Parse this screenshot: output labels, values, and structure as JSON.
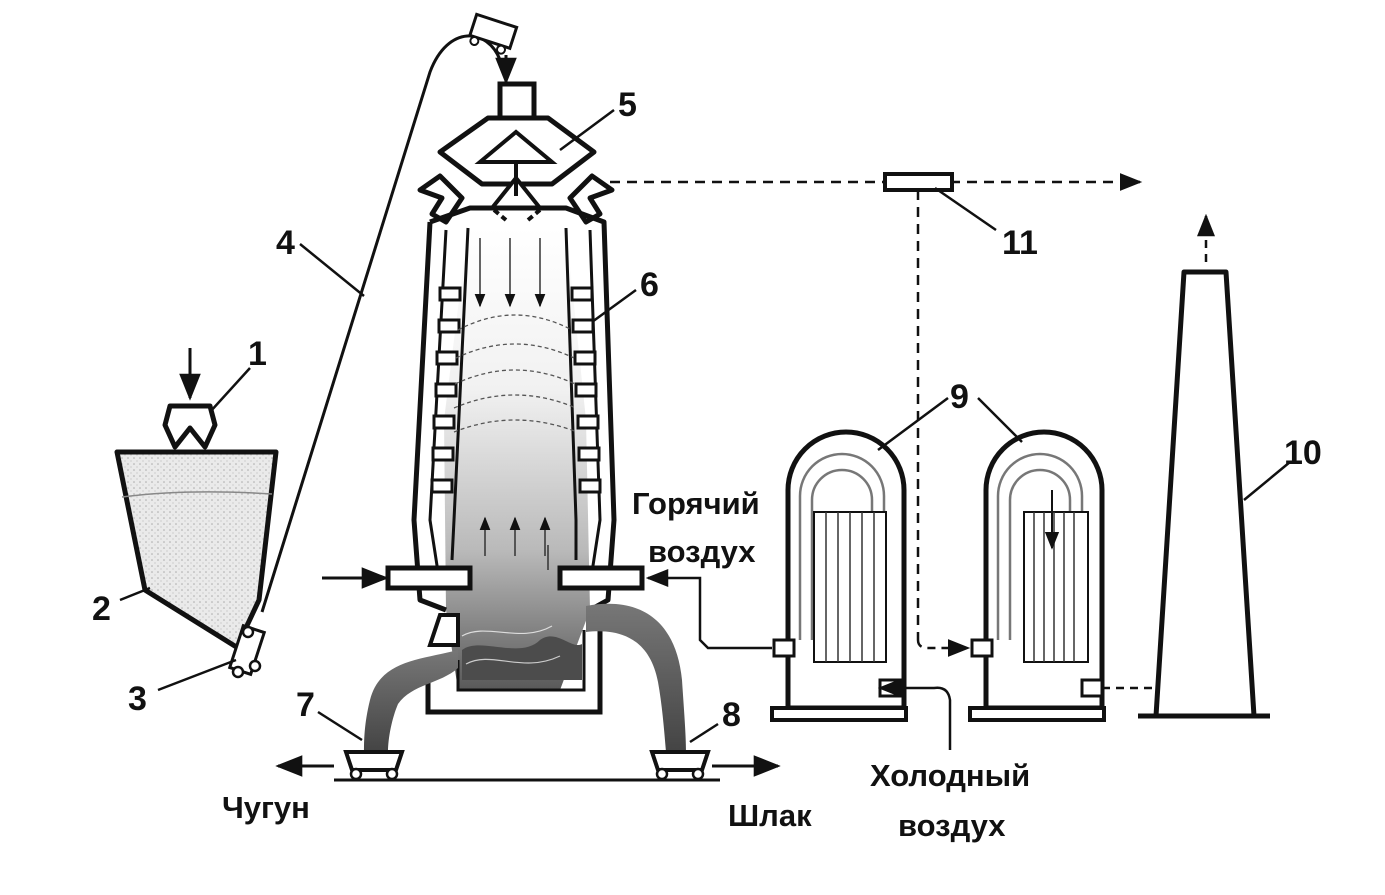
{
  "labels": {
    "n1": "1",
    "n2": "2",
    "n3": "3",
    "n4": "4",
    "n5": "5",
    "n6": "6",
    "n7": "7",
    "n8": "8",
    "n9": "9",
    "n10": "10",
    "n11": "11"
  },
  "captions": {
    "hot_air_1": "Горячий",
    "hot_air_2": "воздух",
    "cold_air_1": "Холодный",
    "cold_air_2": "воздух",
    "iron": "Чугун",
    "slag": "Шлак"
  }
}
